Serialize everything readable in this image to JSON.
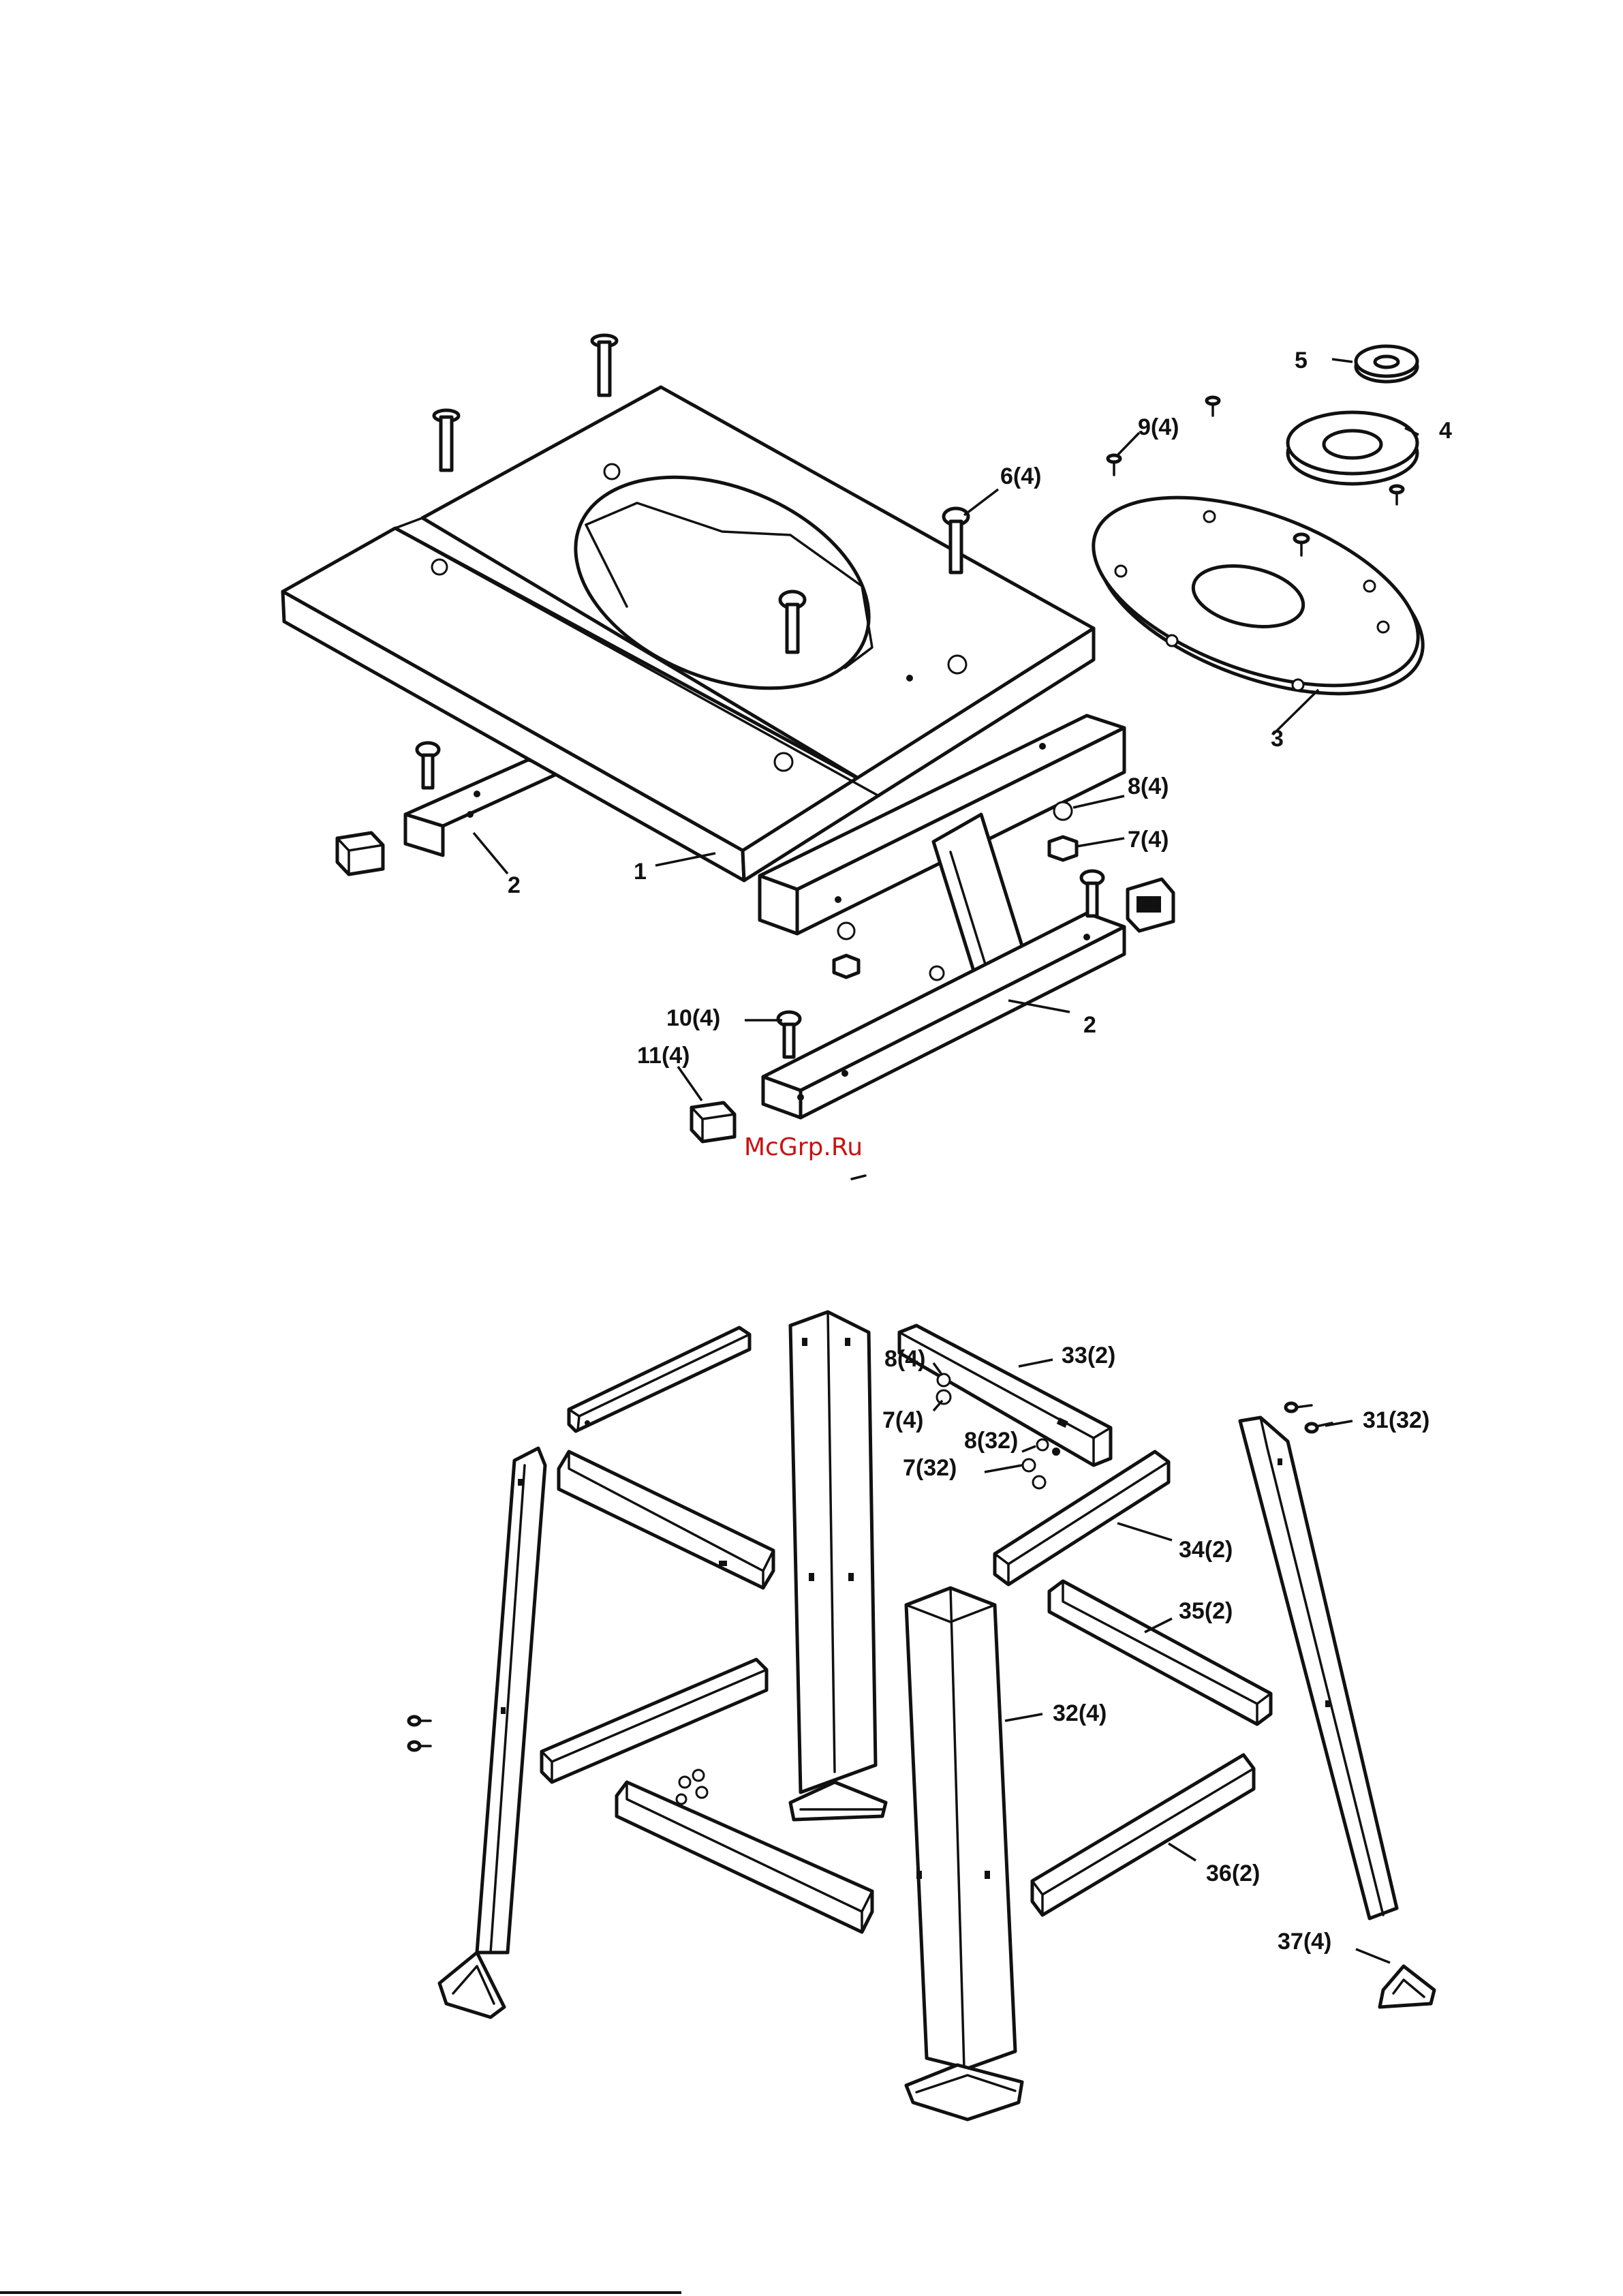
{
  "colors": {
    "line": "#111111",
    "background": "#ffffff",
    "watermark": "#cc1111"
  },
  "watermark": "McGrp.Ru",
  "callouts": {
    "p1": "1",
    "p2a": "2",
    "p2b": "2",
    "p3": "3",
    "p4": "4",
    "p5": "5",
    "p6": "6(4)",
    "p7a": "7(4)",
    "p8a": "8(4)",
    "p9": "9(4)",
    "p10": "10(4)",
    "p11": "11(4)",
    "p8b": "8(4)",
    "p7b": "7(4)",
    "p8c": "8(32)",
    "p7c": "7(32)",
    "p31": "31(32)",
    "p32": "32(4)",
    "p33": "33(2)",
    "p34": "34(2)",
    "p35": "35(2)",
    "p36": "36(2)",
    "p37": "37(4)"
  }
}
